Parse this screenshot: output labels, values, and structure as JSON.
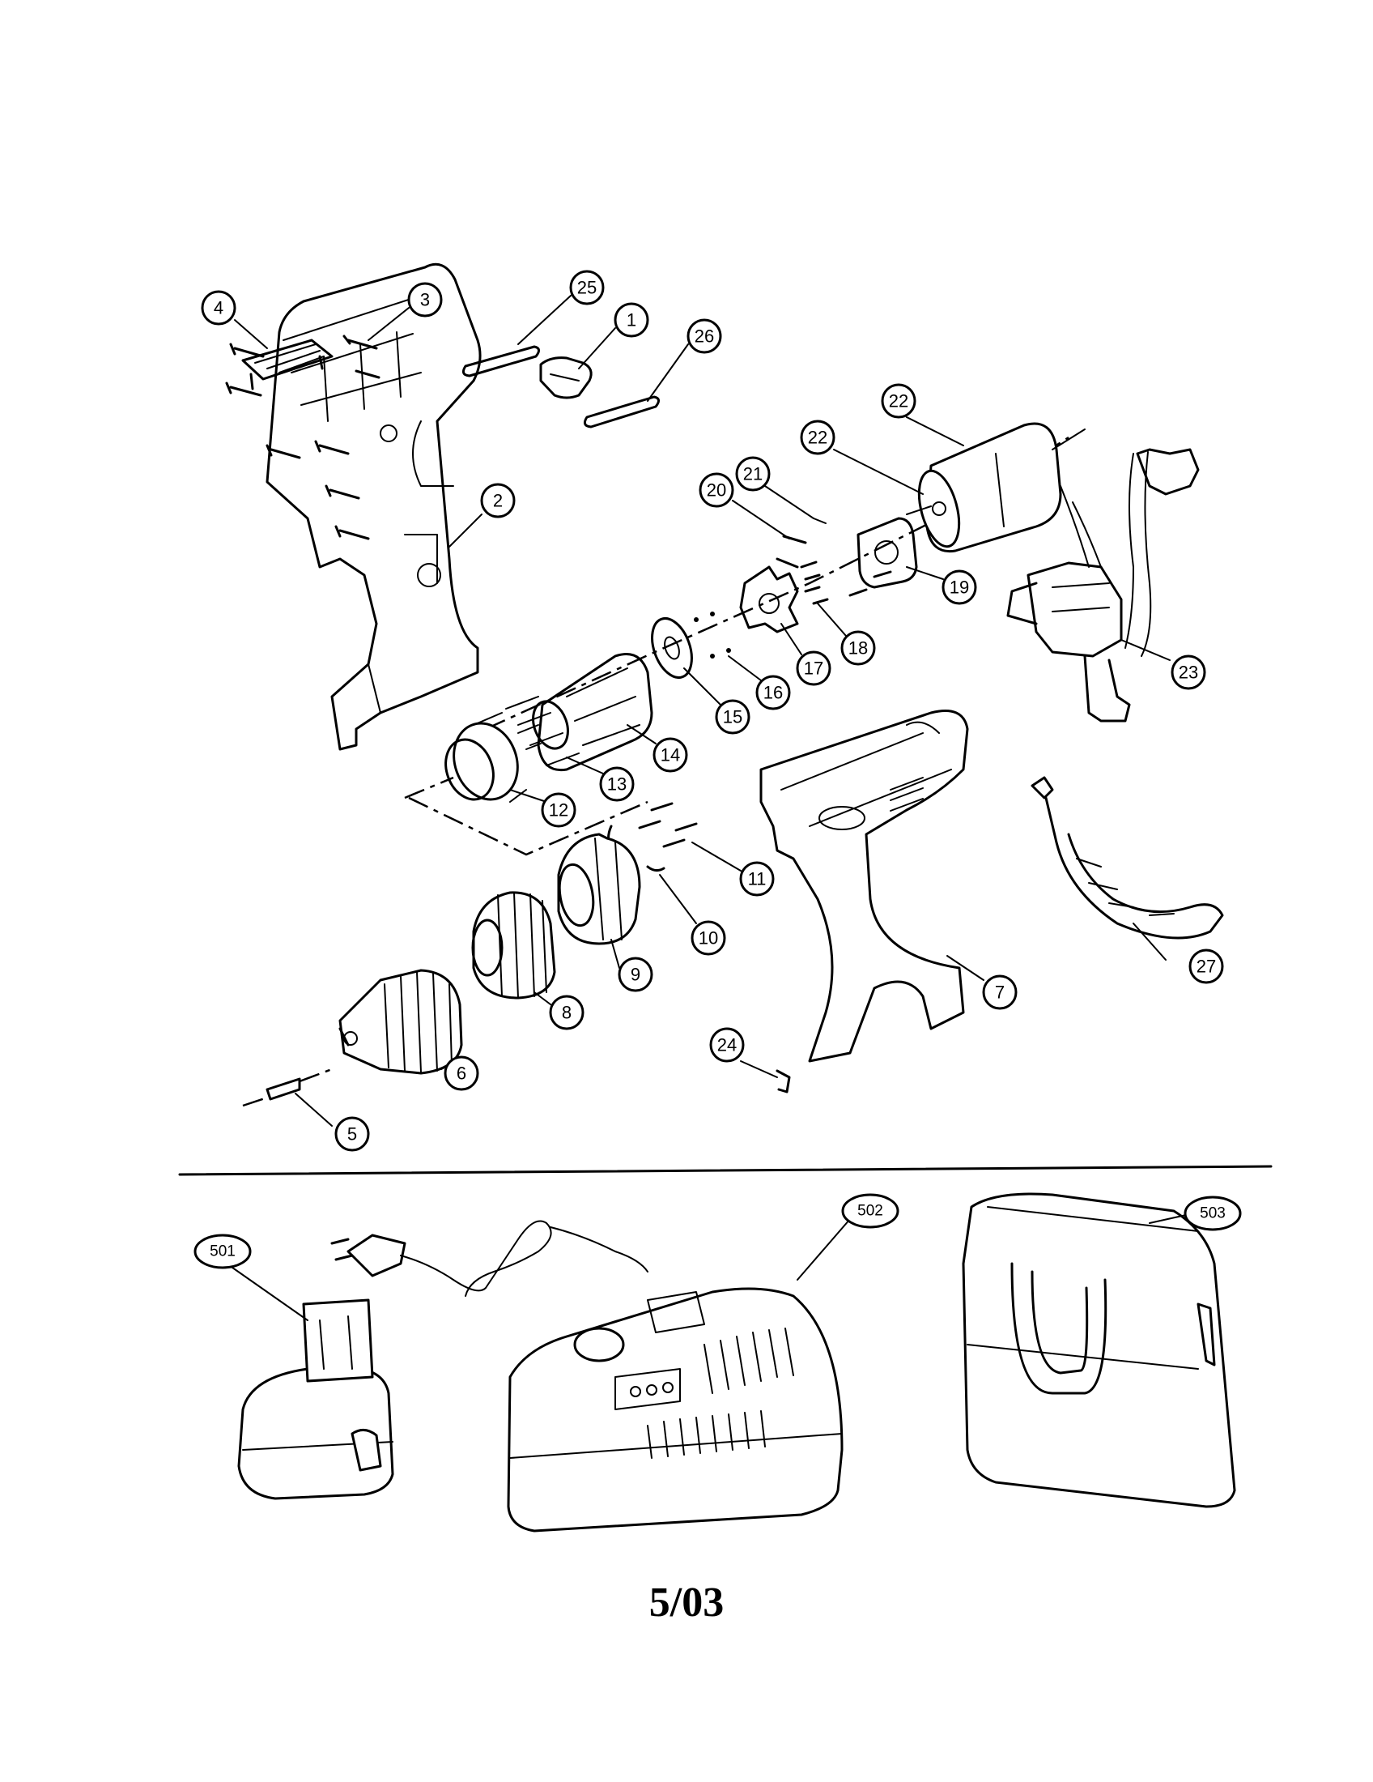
{
  "callouts": {
    "c1": "1",
    "c2": "2",
    "c3": "3",
    "c4": "4",
    "c5": "5",
    "c6": "6",
    "c7": "7",
    "c8": "8",
    "c9": "9",
    "c10": "10",
    "c11": "11",
    "c12": "12",
    "c13": "13",
    "c14": "14",
    "c15": "15",
    "c16": "16",
    "c17": "17",
    "c18": "18",
    "c19": "19",
    "c20": "20",
    "c21": "21",
    "c22a": "22",
    "c22b": "22",
    "c23": "23",
    "c24": "24",
    "c25": "25",
    "c26": "26",
    "c27": "27",
    "c501": "501",
    "c502": "502",
    "c503": "503"
  },
  "footer": {
    "date": "5/03"
  }
}
